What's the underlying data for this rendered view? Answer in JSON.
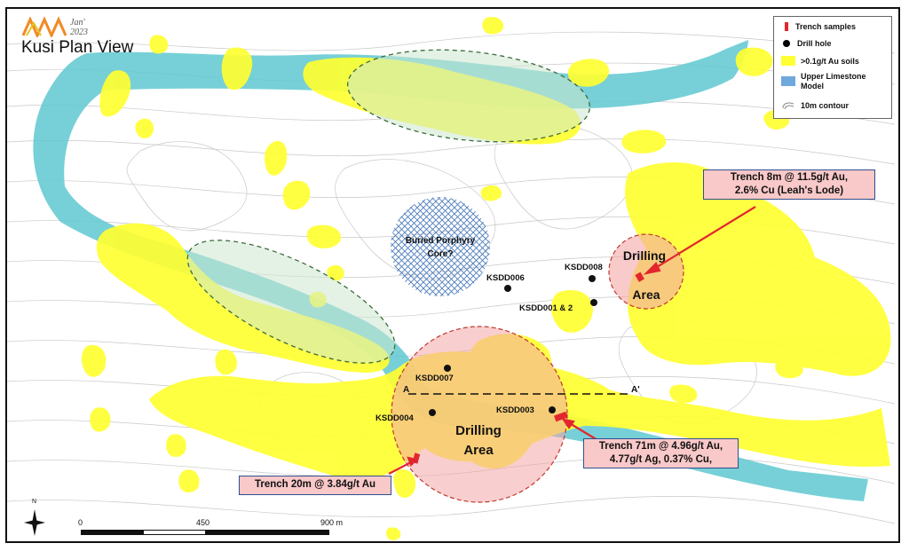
{
  "header": {
    "logo_text": "Jan'\n2023",
    "date_line1": "Jan'",
    "date_line2": "2023",
    "title": "Kusi Plan View"
  },
  "legend": {
    "items": [
      {
        "label": "Trench samples",
        "icon": "red-bar-icon",
        "color": "#e3262e"
      },
      {
        "label": "Drill hole",
        "icon": "black-dot-icon",
        "color": "#000000"
      },
      {
        "label": ">0.1g/t Au soils",
        "icon": "yellow-square-icon",
        "color": "#ffff33"
      },
      {
        "label": "Upper Limestone",
        "icon": "blue-square-icon",
        "color": "#6fa8dc"
      },
      {
        "label": "Model",
        "icon": "",
        "color": ""
      },
      {
        "label": "10m contour",
        "icon": "contour-icon",
        "color": "#999999"
      }
    ]
  },
  "colors": {
    "soil": "#ffff33",
    "limestone": "#5fc8d0",
    "drill_area": "#f4a6a6",
    "trench": "#e3262e",
    "callout_fill": "#f9c8c8",
    "callout_border": "#2f4f8f"
  },
  "labels": {
    "porphyry_1": "Buried Porphyry",
    "porphyry_2": "Core?",
    "drilling_area_small_1": "Drilling",
    "drilling_area_small_2": "Area",
    "drilling_area_large_1": "Drilling",
    "drilling_area_large_2": "Area",
    "section_a": "A",
    "section_a_prime": "A'"
  },
  "drill_holes": [
    {
      "label": "KSDD006"
    },
    {
      "label": "KSDD008"
    },
    {
      "label": "KSDD001 & 2"
    },
    {
      "label": "KSDD007"
    },
    {
      "label": "KSDD004"
    },
    {
      "label": "KSDD003"
    }
  ],
  "callouts": {
    "leahs_line1": "Trench 8m @ 11.5g/t Au,",
    "leahs_line2": "2.6% Cu (Leah's Lode)",
    "t71_line1": "Trench 71m @ 4.96g/t Au,",
    "t71_line2": "4.77g/t Ag, 0.37% Cu,",
    "t20": "Trench 20m @ 3.84g/t Au"
  },
  "scale_bar": {
    "tick_0": "0",
    "tick_1": "450",
    "tick_2": "900 m"
  },
  "north_arrow": {
    "label": "N"
  }
}
